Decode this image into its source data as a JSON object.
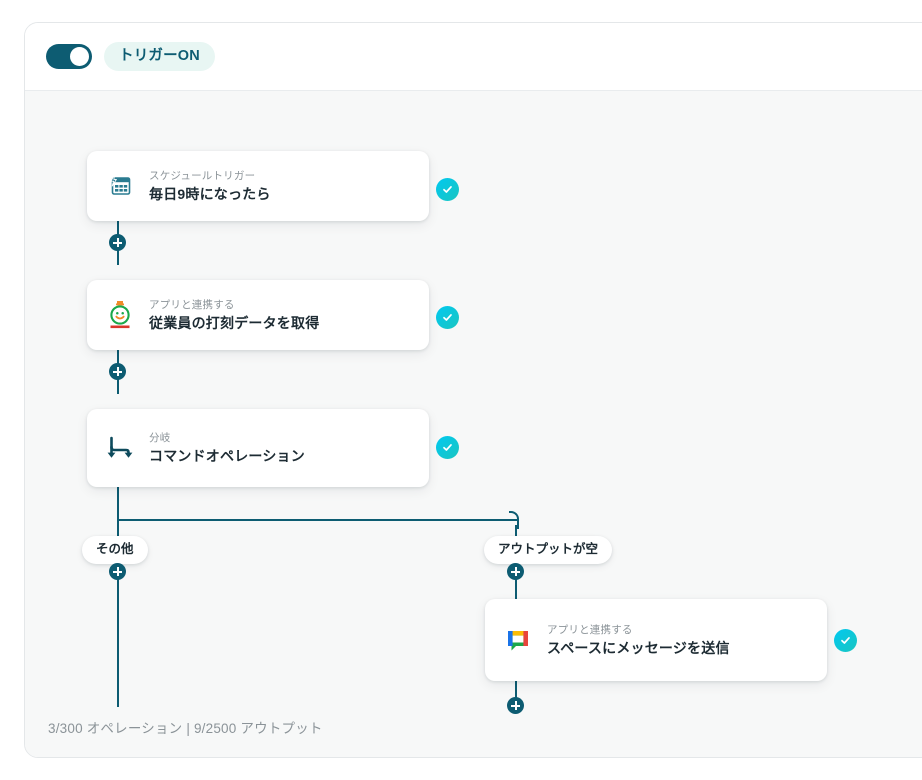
{
  "header": {
    "toggle": {
      "name": "trigger-toggle",
      "state": "on"
    },
    "badge_label": "トリガーON"
  },
  "canvas": {
    "nodes": [
      {
        "id": "schedule-trigger",
        "icon": "calendar-clock-icon",
        "subtitle": "スケジュールトリガー",
        "title": "毎日9時になったら",
        "status": "success"
      },
      {
        "id": "king-of-time",
        "icon": "king-of-time-app-icon",
        "subtitle": "アプリと連携する",
        "title": "従業員の打刻データを取得",
        "status": "success"
      },
      {
        "id": "command-operation",
        "icon": "branch-icon",
        "subtitle": "分岐",
        "title": "コマンドオペレーション",
        "status": "success"
      },
      {
        "id": "google-chat-send",
        "icon": "google-chat-icon",
        "subtitle": "アプリと連携する",
        "title": "スペースにメッセージを送信",
        "status": "success"
      }
    ],
    "branch_labels": [
      {
        "id": "branch-other",
        "label": "その他"
      },
      {
        "id": "branch-empty-output",
        "label": "アウトプットが空"
      }
    ],
    "add_buttons": [
      {
        "id": "add-step-1",
        "label": "+"
      },
      {
        "id": "add-step-2",
        "label": "+"
      },
      {
        "id": "add-step-branch-other",
        "label": "+"
      },
      {
        "id": "add-step-branch-empty",
        "label": "+"
      },
      {
        "id": "add-step-after-chat",
        "label": "+"
      }
    ]
  },
  "footer": {
    "usage": "3/300 オペレーション | 9/2500 アウトプット",
    "operations_used": 3,
    "operations_limit": 300,
    "outputs_used": 9,
    "outputs_limit": 2500
  },
  "colors": {
    "accent_teal": "#0d5c72",
    "badge_bg": "#e8f6f3",
    "status_gradient_start": "#00c8f0",
    "status_gradient_end": "#1bc6c0",
    "canvas_bg": "#f7f8f8"
  }
}
